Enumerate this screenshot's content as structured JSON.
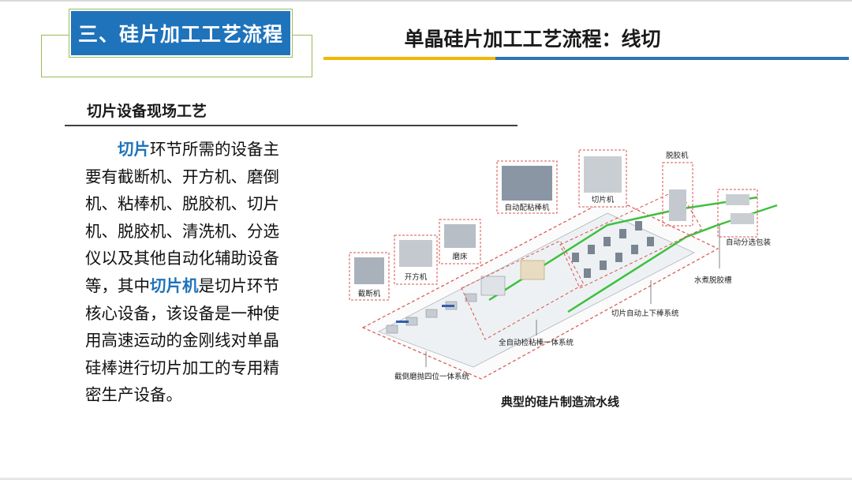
{
  "section": {
    "title": "三、硅片加工工艺流程"
  },
  "page": {
    "title": "单晶硅片加工工艺流程：线切"
  },
  "subheading": "切片设备现场工艺",
  "body": {
    "lines": [
      [
        {
          "t": "　　"
        },
        {
          "t": "切片",
          "hl": true
        },
        {
          "t": "环节所需的设备主"
        }
      ],
      [
        {
          "t": "要有截断机、开方机、磨倒"
        }
      ],
      [
        {
          "t": "机、粘棒机、脱胶机、切片"
        }
      ],
      [
        {
          "t": "机、脱胶机、清洗机、分选"
        }
      ],
      [
        {
          "t": "仪以及其他自动化辅助设备"
        }
      ],
      [
        {
          "t": "等，其中"
        },
        {
          "t": "切片机",
          "hl": true
        },
        {
          "t": "是切片环节"
        }
      ],
      [
        {
          "t": "核心设备，该设备是一种使"
        }
      ],
      [
        {
          "t": "用高速运动的金刚线对单晶"
        }
      ],
      [
        {
          "t": "硅棒进行切片加工的专用精"
        }
      ],
      [
        {
          "t": "密生产设备。"
        }
      ]
    ]
  },
  "diagram": {
    "labels": {
      "truncator": "截断机",
      "squarer": "开方机",
      "grinder": "磨床",
      "auto_glue": "自动配粘棒机",
      "slicer": "切片机",
      "degum": "脱胶机",
      "auto_sort": "自动分选包装",
      "water_degum": "水煮脱胶槽",
      "auto_loader": "切片自动上下棒系统",
      "glue_system": "全自动检粘棒一体系统",
      "grind_system": "截倒磨抛四位一体系统"
    },
    "caption": "典型的硅片制造流水线"
  },
  "colors": {
    "accent_blue": "#1f73bb",
    "outline_green": "#9bbb59",
    "bar_gold": "#f2b705",
    "bar_blue": "#2e75b6",
    "dash_red": "#d9534f",
    "line_green": "#3cc13c"
  }
}
